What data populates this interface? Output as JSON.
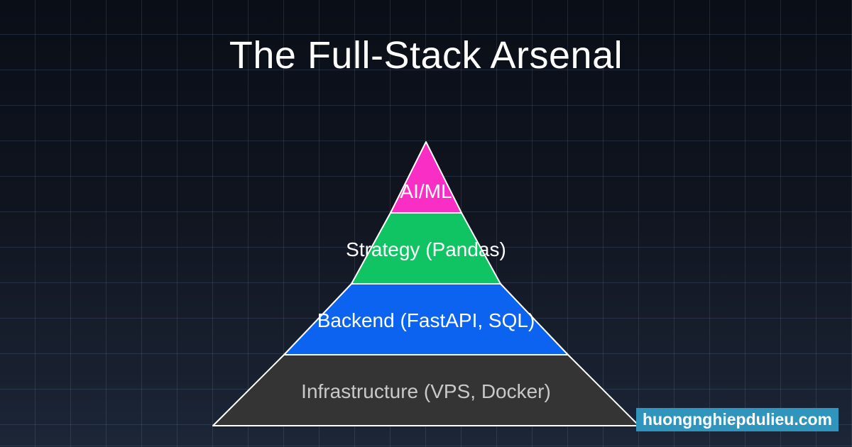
{
  "title": "The Full-Stack Arsenal",
  "colors": {
    "background_top": "#0a0e17",
    "background_bottom": "#1c2637",
    "grid_line": "#26334a",
    "layer_stroke": "#ffffff"
  },
  "pyramid": {
    "layers": [
      {
        "label": "AI/ML",
        "color": "#f92ec4",
        "text_color": "#ffffff"
      },
      {
        "label": "Strategy (Pandas)",
        "color": "#10c463",
        "text_color": "#ffffff"
      },
      {
        "label": "Backend (FastAPI, SQL)",
        "color": "#0b63f0",
        "text_color": "#ffffff"
      },
      {
        "label": "Infrastructure (VPS, Docker)",
        "color": "#343434",
        "text_color": "#c9c9c9"
      }
    ]
  },
  "watermark": {
    "text": "huongnghiepdulieu.com",
    "background": "#3095bd",
    "text_color": "#ffffff"
  }
}
